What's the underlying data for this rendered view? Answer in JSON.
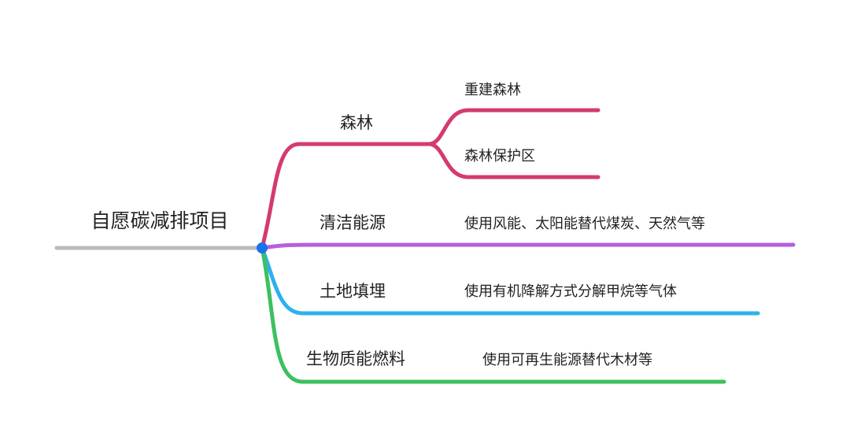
{
  "root": {
    "label": "自愿碳减排项目",
    "color": "#bbbbbb",
    "node_color": "#1a73e8"
  },
  "branches": [
    {
      "label": "森林",
      "color": "#d43b6e",
      "children": [
        "重建森林",
        "森林保护区"
      ]
    },
    {
      "label": "清洁能源",
      "color": "#b55fe0",
      "children": [
        "使用风能、太阳能替代煤炭、天然气等"
      ]
    },
    {
      "label": "土地填埋",
      "color": "#2fb0ee",
      "children": [
        "使用有机降解方式分解甲烷等气体"
      ]
    },
    {
      "label": "生物质能燃料",
      "color": "#3cc060",
      "children": [
        "使用可再生能源替代木材等"
      ]
    }
  ]
}
